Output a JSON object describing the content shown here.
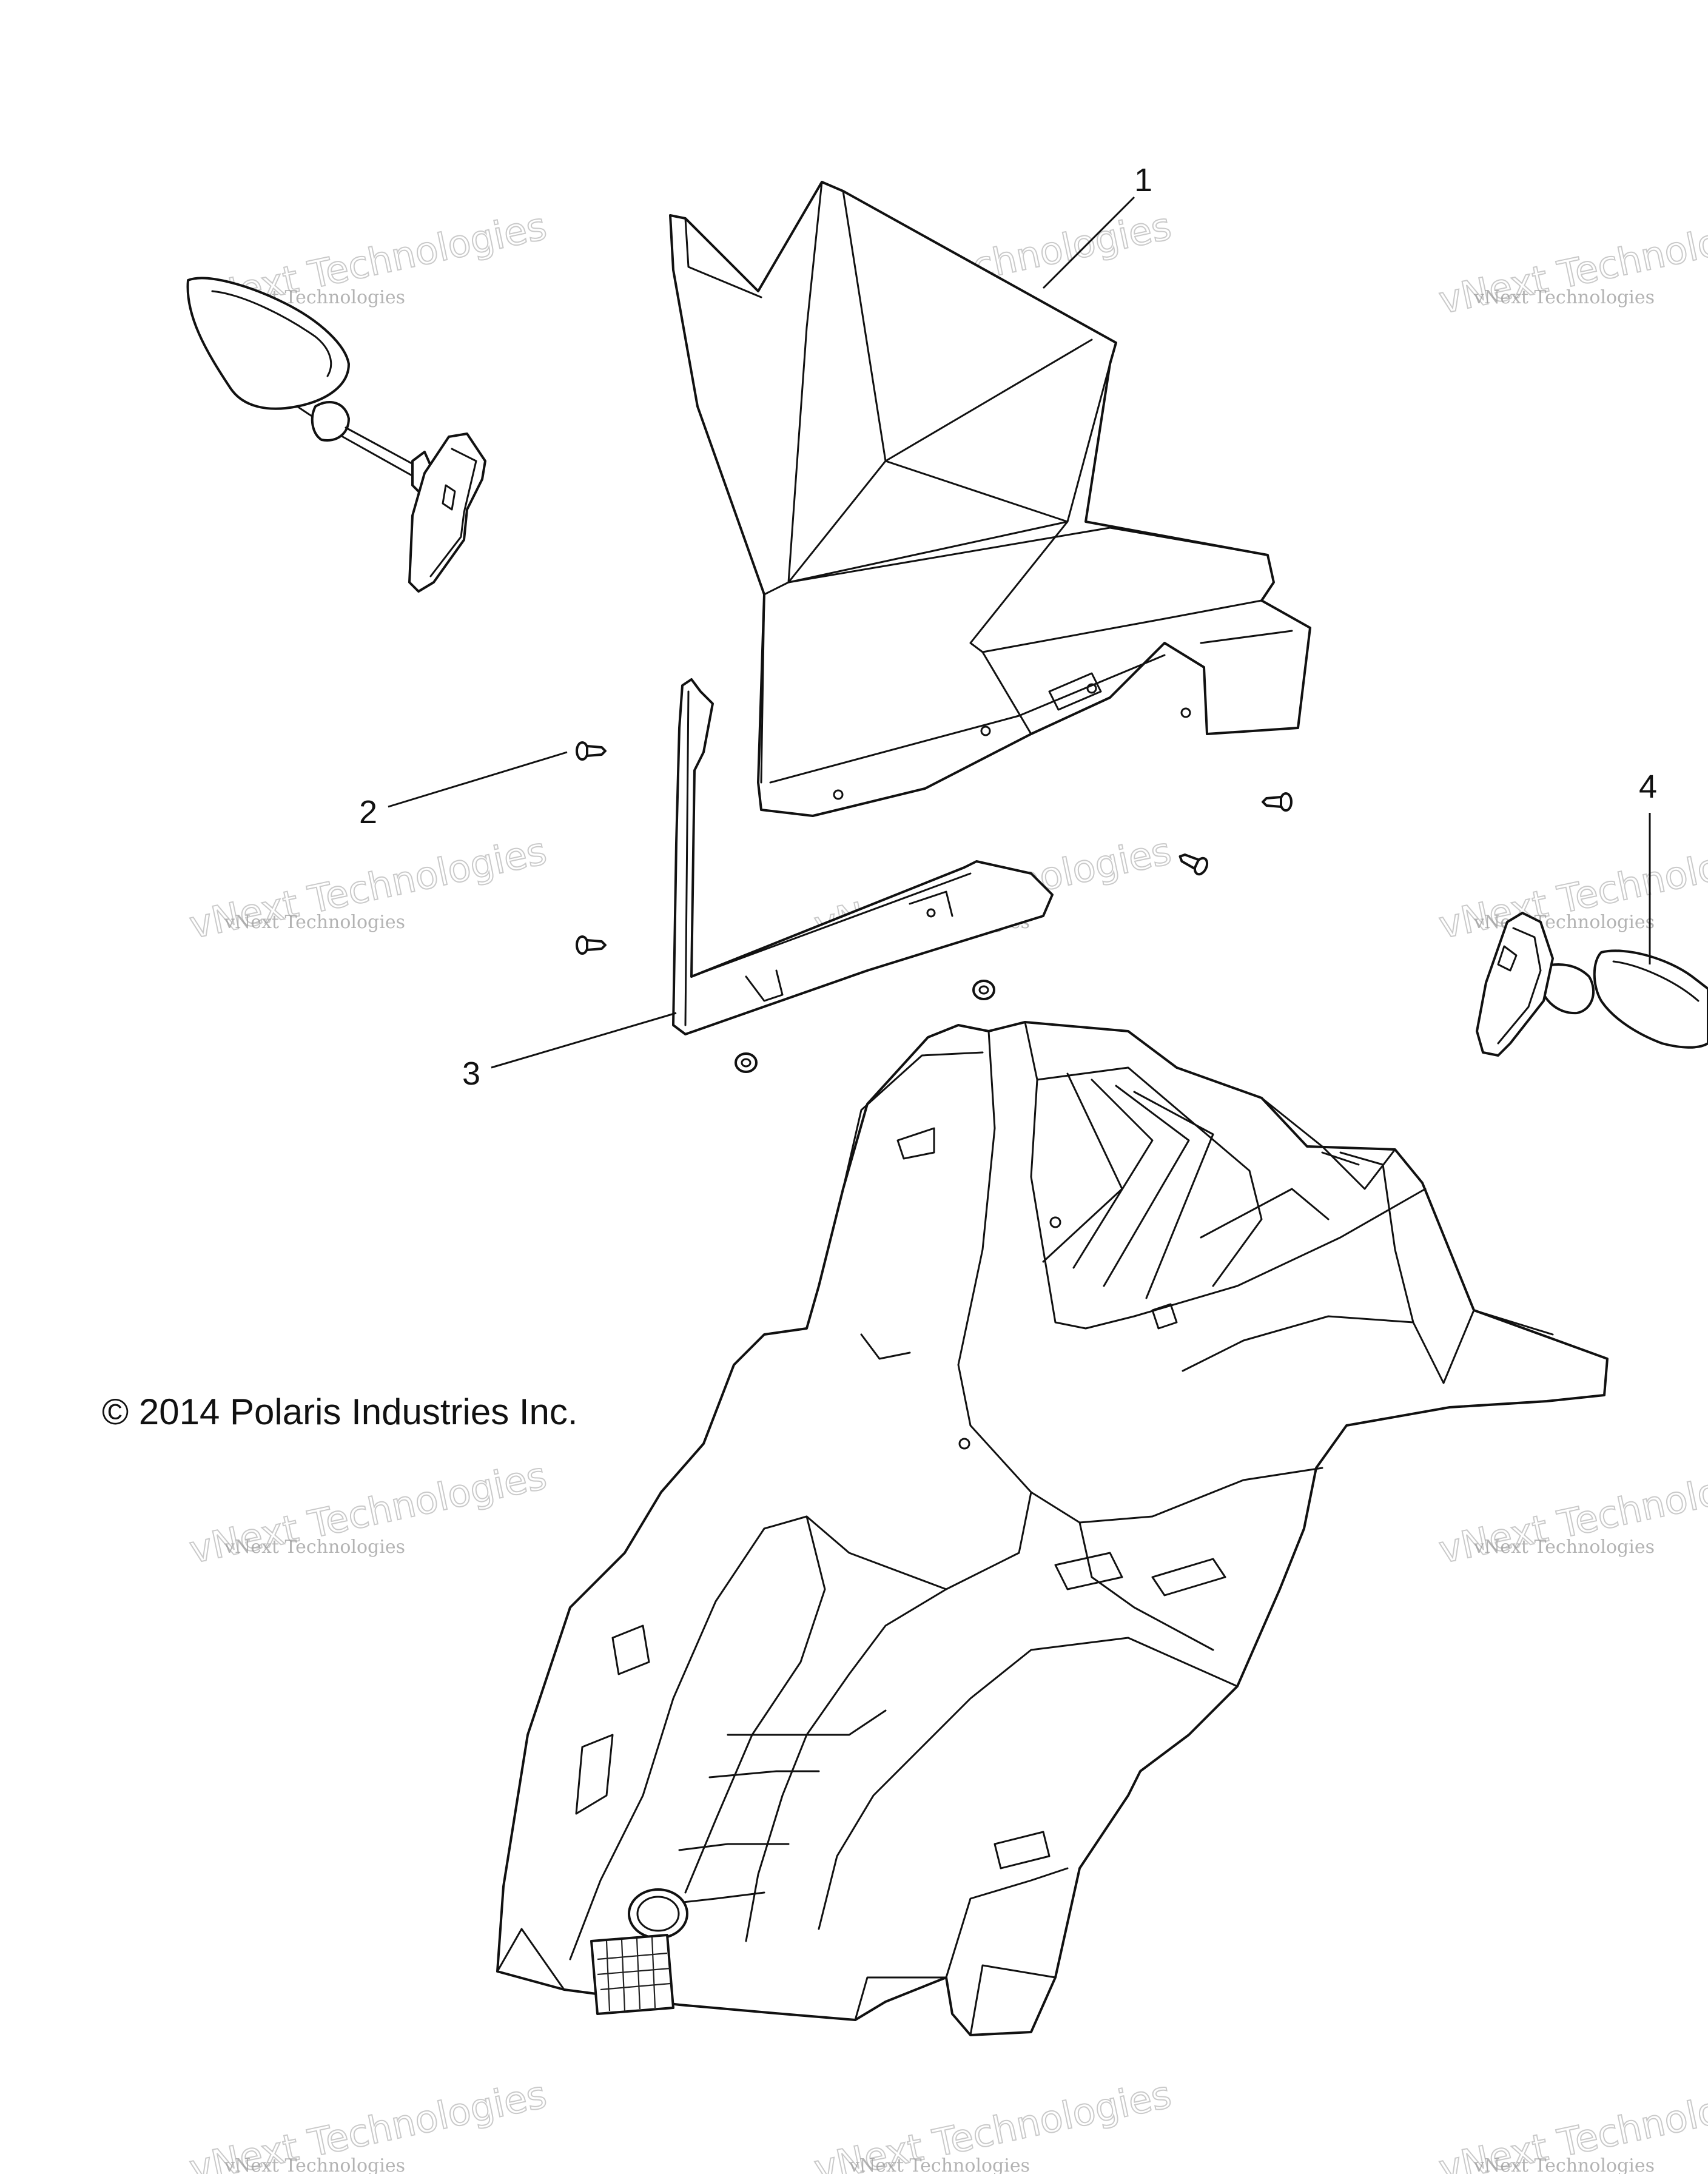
{
  "diagram": {
    "callouts": [
      {
        "id": "1",
        "label": "1"
      },
      {
        "id": "2",
        "label": "2"
      },
      {
        "id": "3",
        "label": "3"
      },
      {
        "id": "4",
        "label": "4"
      }
    ],
    "copyright": "© 2014 Polaris Industries Inc.",
    "watermark": {
      "line_small": "vNext Technologies",
      "line_big": "vNext Technologies"
    }
  }
}
